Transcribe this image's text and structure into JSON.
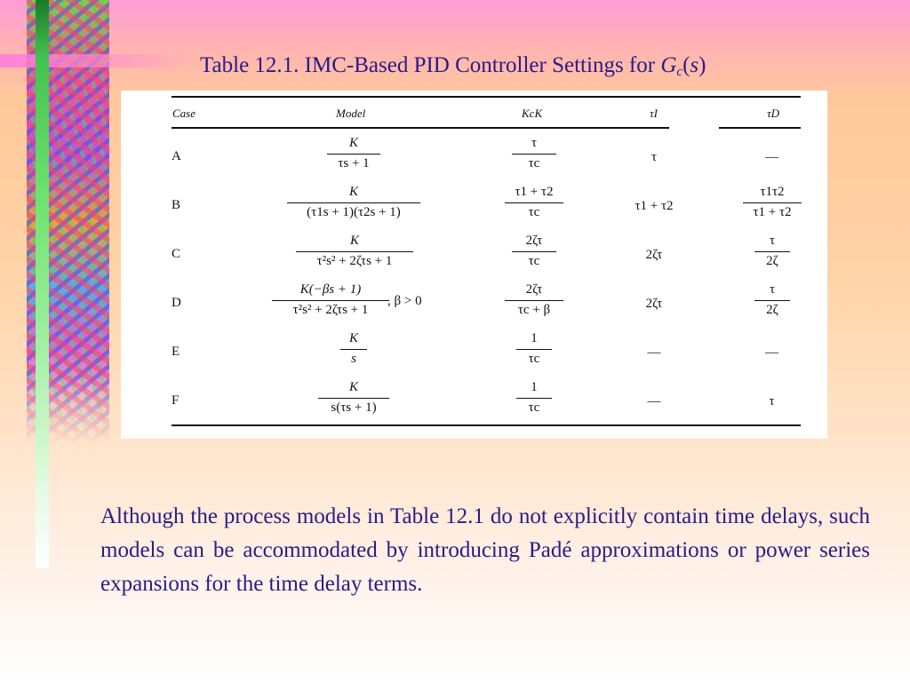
{
  "title": {
    "prefix": "Table 12.1. IMC-Based PID Controller Settings for ",
    "g": "G",
    "sub": "c",
    "open": "(",
    "s": "s",
    "close": ")"
  },
  "table": {
    "headers": {
      "case": "Case",
      "model": "Model",
      "kck": "KcK",
      "taui": "τI",
      "taud": "τD"
    },
    "rows": [
      {
        "case": "A",
        "model_num": "K",
        "model_den": "τs + 1",
        "model_extra": "",
        "kck_num": "τ",
        "kck_den": "τc",
        "taui": "τ",
        "taud": "—",
        "taud_den": ""
      },
      {
        "case": "B",
        "model_num": "K",
        "model_den": "(τ1s + 1)(τ2s + 1)",
        "model_extra": "",
        "kck_num": "τ1 + τ2",
        "kck_den": "τc",
        "taui": "τ1 + τ2",
        "taud": "τ1τ2",
        "taud_den": "τ1 + τ2"
      },
      {
        "case": "C",
        "model_num": "K",
        "model_den": "τ²s² + 2ζτs + 1",
        "model_extra": "",
        "kck_num": "2ζτ",
        "kck_den": "τc",
        "taui": "2ζτ",
        "taud": "τ",
        "taud_den": "2ζ"
      },
      {
        "case": "D",
        "model_num": "K(−βs + 1)",
        "model_den": "τ²s² + 2ζτs + 1",
        "model_extra": ", β > 0",
        "kck_num": "2ζτ",
        "kck_den": "τc + β",
        "taui": "2ζτ",
        "taud": "τ",
        "taud_den": "2ζ"
      },
      {
        "case": "E",
        "model_num": "K",
        "model_den": "s",
        "model_extra": "",
        "kck_num": "1",
        "kck_den": "τc",
        "taui": "—",
        "taud": "—",
        "taud_den": ""
      },
      {
        "case": "F",
        "model_num": "K",
        "model_den": "s(τs + 1)",
        "model_extra": "",
        "kck_num": "1",
        "kck_den": "τc",
        "taui": "—",
        "taud": "τ",
        "taud_den": ""
      }
    ]
  },
  "paragraph": "Although the process models in Table 12.1 do not explicitly contain time delays, such models can be accommodated by introducing Padé approximations or power series expansions for the time delay terms."
}
